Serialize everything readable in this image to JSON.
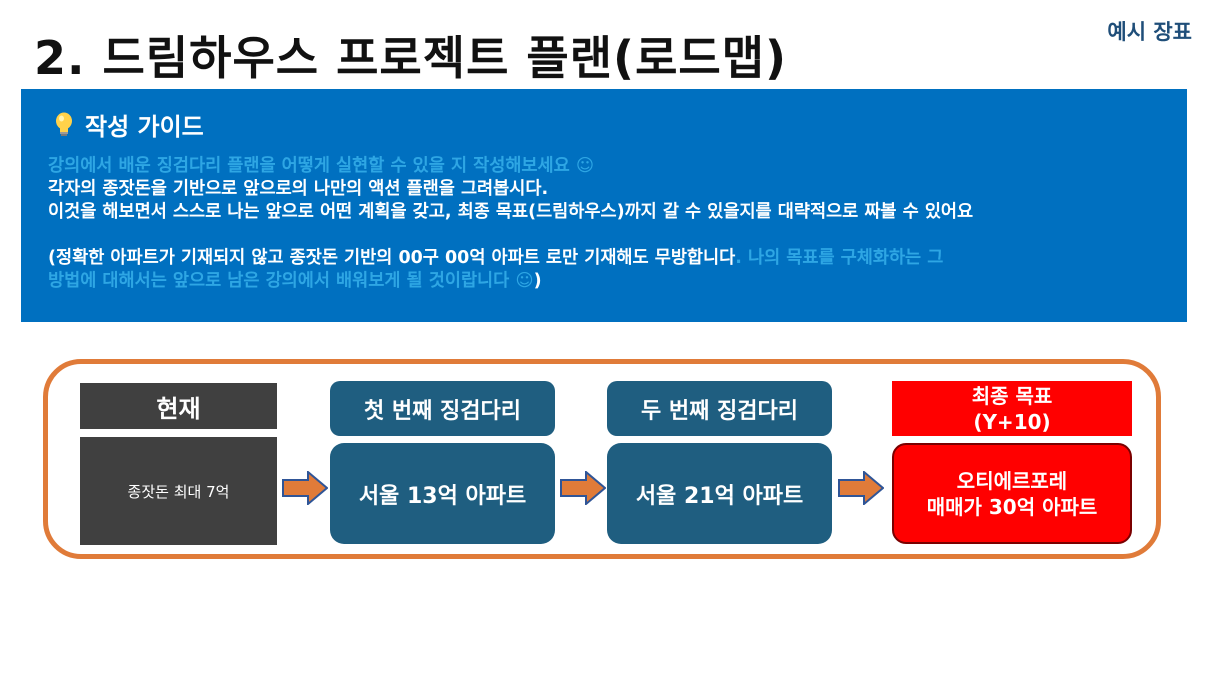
{
  "page": {
    "title": "2. 드림하우스 프로젝트 플랜(로드맵)",
    "tag": "예시 장표"
  },
  "guide": {
    "heading": "작성 가이드",
    "icon": "lightbulb-icon",
    "line1": "강의에서 배운 징검다리 플랜을 어떻게 실현할 수 있을 지 작성해보세요 ☺",
    "line2": "각자의 종잣돈을 기반으로 앞으로의 나만의 액션 플랜을 그려봅시다.",
    "line3": "이것을 해보면서 스스로 나는 앞으로 어떤 계획을 갖고, 최종 목표(드림하우스)까지 갈 수 있을지를 대략적으로 짜볼 수 있어요",
    "line4_main": "(정확한 아파트가 기재되지 않고 종잣돈 기반의 00구 00억 아파트 로만 기재해도 무방합니다",
    "line4_faint": ". 나의 목표를 구체화하는 그",
    "line5_faint": "방법에 대해서는 앞으로 남은 강의에서 배워보게 될 것이랍니다 ☺",
    "line5_main": ")"
  },
  "roadmap": {
    "current": {
      "header": "현재",
      "body": "종잣돈 최대 7억"
    },
    "step1": {
      "header": "첫 번째 징검다리",
      "body": "서울 13억 아파트"
    },
    "step2": {
      "header": "두 번째 징검다리",
      "body": "서울 21억 아파트"
    },
    "goal": {
      "header_line1": "최종 목표",
      "header_line2": "(Y+10)",
      "body_line1": "오티에르포레",
      "body_line2": "매매가 30억 아파트"
    }
  },
  "colors": {
    "guide_bg": "#0070c0",
    "roadmap_border": "#e07b39",
    "dark_box": "#404040",
    "blue_box": "#1f5e80",
    "goal_red": "#ff0000",
    "arrow_fill": "#e07b39",
    "arrow_stroke": "#2f5597"
  }
}
